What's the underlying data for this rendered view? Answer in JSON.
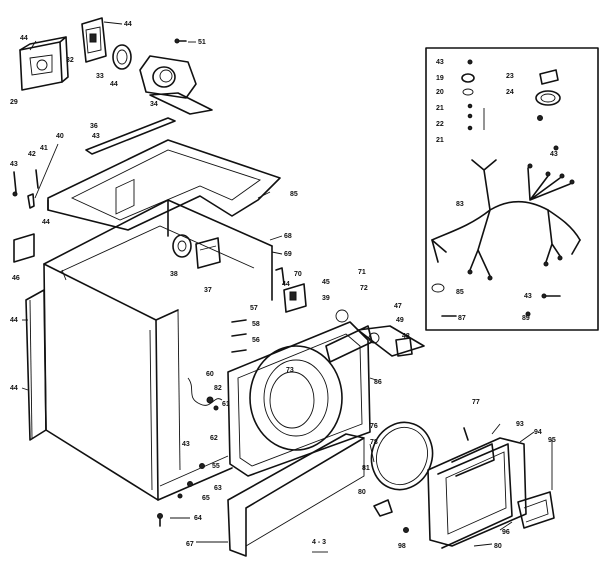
{
  "diagram": {
    "footer_text": "4 - 3",
    "labels": [
      {
        "id": "l44a",
        "text": "44"
      },
      {
        "id": "l32",
        "text": "32"
      },
      {
        "id": "l44b",
        "text": "44"
      },
      {
        "id": "l29",
        "text": "29"
      },
      {
        "id": "l51",
        "text": "51"
      },
      {
        "id": "l33",
        "text": "33"
      },
      {
        "id": "l44c",
        "text": "44"
      },
      {
        "id": "l34",
        "text": "34"
      },
      {
        "id": "l36",
        "text": "36"
      },
      {
        "id": "l43a",
        "text": "43"
      },
      {
        "id": "l40",
        "text": "40"
      },
      {
        "id": "l42",
        "text": "42"
      },
      {
        "id": "l41",
        "text": "41"
      },
      {
        "id": "l43b",
        "text": "43"
      },
      {
        "id": "l44d",
        "text": "44"
      },
      {
        "id": "l46",
        "text": "46"
      },
      {
        "id": "l85",
        "text": "85"
      },
      {
        "id": "l68",
        "text": "68"
      },
      {
        "id": "l69",
        "text": "69"
      },
      {
        "id": "l38",
        "text": "38"
      },
      {
        "id": "l37",
        "text": "37"
      },
      {
        "id": "l70",
        "text": "70"
      },
      {
        "id": "l44e",
        "text": "44"
      },
      {
        "id": "l45",
        "text": "45"
      },
      {
        "id": "l39",
        "text": "39"
      },
      {
        "id": "l71",
        "text": "71"
      },
      {
        "id": "l72",
        "text": "72"
      },
      {
        "id": "l47",
        "text": "47"
      },
      {
        "id": "l57",
        "text": "57"
      },
      {
        "id": "l58",
        "text": "58"
      },
      {
        "id": "l56",
        "text": "56"
      },
      {
        "id": "l49",
        "text": "49"
      },
      {
        "id": "l48",
        "text": "48"
      },
      {
        "id": "l44f",
        "text": "44"
      },
      {
        "id": "l44g",
        "text": "44"
      },
      {
        "id": "l60",
        "text": "60"
      },
      {
        "id": "l73",
        "text": "73"
      },
      {
        "id": "l82",
        "text": "82"
      },
      {
        "id": "l61",
        "text": "61"
      },
      {
        "id": "l62",
        "text": "62"
      },
      {
        "id": "l43c",
        "text": "43"
      },
      {
        "id": "l55",
        "text": "55"
      },
      {
        "id": "l63",
        "text": "63"
      },
      {
        "id": "l65",
        "text": "65"
      },
      {
        "id": "l64",
        "text": "64"
      },
      {
        "id": "l67",
        "text": "67"
      },
      {
        "id": "l86",
        "text": "86"
      },
      {
        "id": "l77",
        "text": "77"
      },
      {
        "id": "l76",
        "text": "76"
      },
      {
        "id": "l78",
        "text": "78"
      },
      {
        "id": "l93",
        "text": "93"
      },
      {
        "id": "l94",
        "text": "94"
      },
      {
        "id": "l95",
        "text": "95"
      },
      {
        "id": "l81",
        "text": "81"
      },
      {
        "id": "l80a",
        "text": "80"
      },
      {
        "id": "l96",
        "text": "96"
      },
      {
        "id": "l98",
        "text": "98"
      },
      {
        "id": "l80b",
        "text": "80"
      },
      {
        "id": "l43d",
        "text": "43"
      },
      {
        "id": "l19",
        "text": "19"
      },
      {
        "id": "l20",
        "text": "20"
      },
      {
        "id": "l21a",
        "text": "21"
      },
      {
        "id": "l22",
        "text": "22"
      },
      {
        "id": "l21b",
        "text": "21"
      },
      {
        "id": "l23",
        "text": "23"
      },
      {
        "id": "l24",
        "text": "24"
      },
      {
        "id": "l43e",
        "text": "43"
      },
      {
        "id": "l83",
        "text": "83"
      },
      {
        "id": "l85b",
        "text": "85"
      },
      {
        "id": "l43f",
        "text": "43"
      },
      {
        "id": "l87",
        "text": "87"
      },
      {
        "id": "l89",
        "text": "89"
      }
    ]
  }
}
